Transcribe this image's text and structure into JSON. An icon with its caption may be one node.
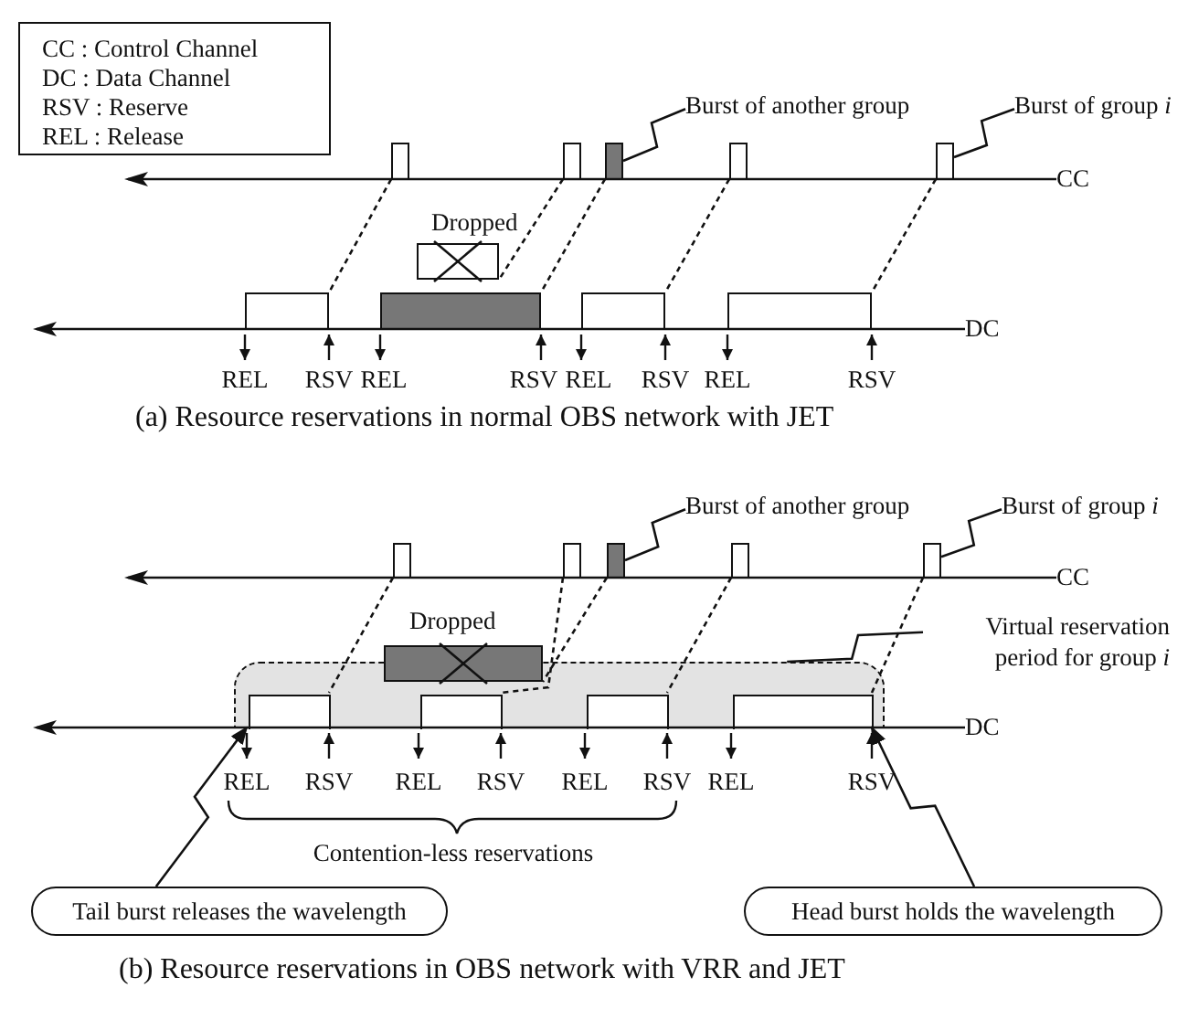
{
  "diagram": {
    "nodes": [
      {
        "text": [
          "CC : Control Channel",
          "DC : Data Channel",
          "RSV : Reserve",
          "REL : Release"
        ]
      },
      {
        "text": [],
        "shape": "box"
      },
      {
        "text": [],
        "shape": "box"
      },
      {
        "text": [],
        "shape": "box"
      },
      {
        "text": [],
        "shape": "box"
      },
      {
        "text": [],
        "shape": "box"
      },
      {
        "text": [
          "Burst of another group"
        ]
      },
      {
        "text": [
          "Burst of group *i*"
        ]
      },
      {
        "text": [],
        "shape": "box",
        "beside": [
          "Dropped"
        ]
      },
      {
        "text": [],
        "shape": "box"
      },
      {
        "text": [],
        "shape": "box"
      },
      {
        "text": [],
        "shape": "box"
      },
      {
        "text": [],
        "shape": "box"
      },
      {
        "text": [],
        "shape": "box"
      },
      {
        "text": [],
        "shape": "box"
      },
      {
        "text": [],
        "shape": "box"
      },
      {
        "text": [],
        "shape": "box"
      },
      {
        "text": [],
        "shape": "box"
      },
      {
        "text": [
          "Burst of another group"
        ]
      },
      {
        "text": [
          "Burst of group *i*"
        ]
      },
      {
        "text": [
          "Virtual reservation period for group *i*"
        ]
      },
      {
        "text": [],
        "shape": "box",
        "beside": [
          "Dropped"
        ]
      },
      {
        "text": [],
        "shape": "box"
      },
      {
        "text": [],
        "shape": "box",
        "in": 22
      },
      {
        "text": [],
        "shape": "box",
        "in": 22
      },
      {
        "text": [],
        "shape": "box",
        "in": 22
      },
      {
        "text": [],
        "shape": "box",
        "in": 22
      },
      {
        "text": [
          "Tail burst releases the wavelength"
        ]
      },
      {
        "text": [
          "Head burst holds the wavelength"
        ]
      }
    ],
    "edges": [
      {
        "from": 6,
        "to": 3,
        "arrow": "none"
      },
      {
        "from": 7,
        "to": 5,
        "arrow": "none"
      },
      {
        "from": 1,
        "to": 9,
        "arrow": "none",
        "style": "dashed"
      },
      {
        "from": 2,
        "to": 8,
        "arrow": "none",
        "style": "dashed"
      },
      {
        "from": 3,
        "to": 10,
        "arrow": "none",
        "style": "dashed"
      },
      {
        "from": 4,
        "to": 11,
        "arrow": "none",
        "style": "dashed"
      },
      {
        "from": 5,
        "to": 12,
        "arrow": "none",
        "style": "dashed"
      },
      {
        "from": 18,
        "to": 15,
        "arrow": "none"
      },
      {
        "from": 19,
        "to": 17,
        "arrow": "none"
      },
      {
        "from": 20,
        "to": 22,
        "arrow": "none"
      },
      {
        "from": 13,
        "to": 23,
        "arrow": "none",
        "style": "dashed"
      },
      {
        "from": 14,
        "to": 24,
        "arrow": "none",
        "style": "dashed"
      },
      {
        "from": 15,
        "to": 21,
        "arrow": "none",
        "style": "dashed"
      },
      {
        "from": 16,
        "to": 25,
        "arrow": "none",
        "style": "dashed"
      },
      {
        "from": 17,
        "to": 26,
        "arrow": "none",
        "style": "dashed"
      },
      {
        "from": 27,
        "to": 23,
        "arrow": "to"
      },
      {
        "from": 28,
        "to": 26,
        "arrow": "to"
      }
    ],
    "labels": [
      "CC",
      "DC",
      "REL",
      "RSV",
      "REL",
      "RSV",
      "REL",
      "RSV",
      "REL",
      "RSV",
      "(a) Resource reservations in normal OBS network with JET",
      "CC",
      "DC",
      "REL",
      "RSV",
      "REL",
      "RSV",
      "REL",
      "RSV",
      "REL",
      "RSV",
      "Contention-less reservations",
      "(b) Resource reservations in OBS network with VRR and JET"
    ]
  }
}
